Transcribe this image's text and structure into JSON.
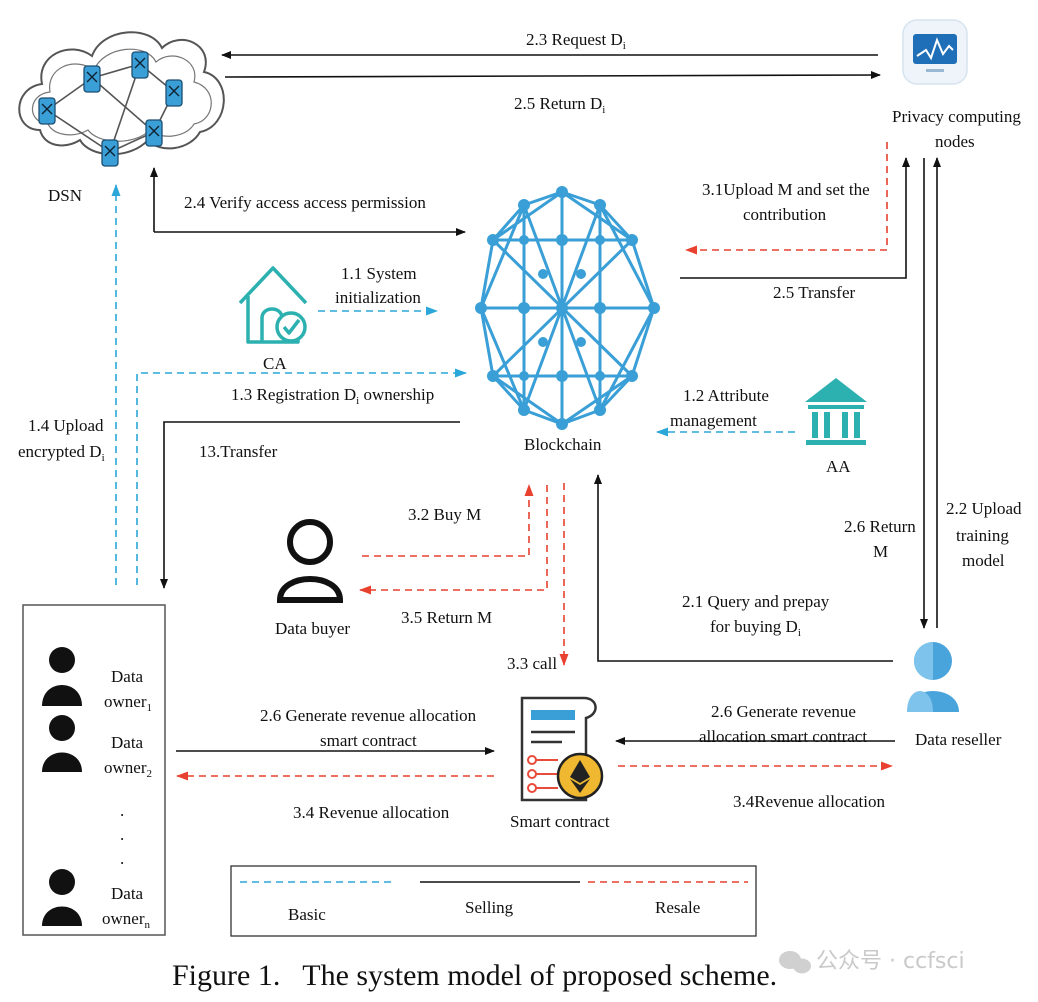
{
  "labels": {
    "dsn": "DSN",
    "privacy_nodes_1": "Privacy computing",
    "privacy_nodes_2": "nodes",
    "blockchain": "Blockchain",
    "ca": "CA",
    "aa": "AA",
    "data_buyer": "Data buyer",
    "data_reseller": "Data reseller",
    "smart_contract": "Smart contract",
    "data_owner": "Data",
    "owner_word": "owner",
    "owner_sub_1": "1",
    "owner_sub_2": "2",
    "owner_sub_n": "n",
    "dot": "."
  },
  "steps": {
    "s23_main": "2.3 Request D",
    "s23_sub": "i",
    "s25r_main": "2.5 Return D",
    "s25r_sub": "i",
    "s24": "2.4 Verify access access permission",
    "s31_1": "3.1Upload M and set the",
    "s31_2": "contribution",
    "s25t": "2.5 Transfer",
    "s11_1": "1.1 System",
    "s11_2": "initialization",
    "s13_a": "1.3 Registration D",
    "s13_sub": "i",
    "s13_b": " ownership",
    "s12_1": "1.2 Attribute",
    "s12_2": "management",
    "s14_1": "1.4 Upload",
    "s14_2": "encrypted D",
    "s14_sub": "i",
    "s13t": "13.Transfer",
    "s32": "3.2 Buy M",
    "s35": "3.5 Return M",
    "s33": "3.3 call",
    "s26r_1": "2.6 Return",
    "s26r_2": "M",
    "s22_1": "2.2 Upload",
    "s22_2": "training",
    "s22_3": "model",
    "s21_1": "2.1 Query and prepay",
    "s21_2": "for buying D",
    "s21_sub": "i",
    "s26l_1": "2.6 Generate revenue allocation",
    "s26l_2": "smart contract",
    "s26r2_1": "2.6 Generate revenue",
    "s26r2_2": "allocation smart contract",
    "s34l": "3.4 Revenue allocation",
    "s34r": "3.4Revenue allocation"
  },
  "legend": {
    "basic": "Basic",
    "selling": "Selling",
    "resale": "Resale"
  },
  "caption": "Figure 1.   The system model of proposed scheme.",
  "watermark": "公众号 · ccfsci",
  "colors": {
    "basic": "#2aa7d8",
    "selling": "#111111",
    "resale": "#e8412f",
    "blockchain": "#3a9fd6",
    "teal": "#2cb0b0",
    "reseller": "#4aa4dc"
  }
}
